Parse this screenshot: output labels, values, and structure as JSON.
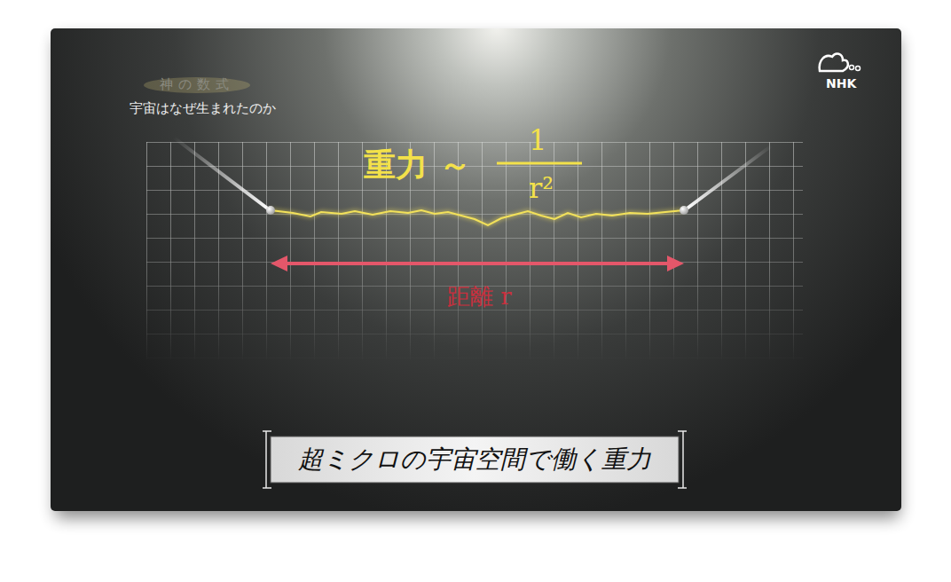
{
  "diagram": {
    "title": "神の数式",
    "caption": "超ミクロの宇宙空間で働く重力",
    "labels": [
      "宇宙はなぜ生まれたのか",
      "NHK",
      "重力 ～",
      "1",
      "r²",
      "距離 r"
    ]
  }
}
